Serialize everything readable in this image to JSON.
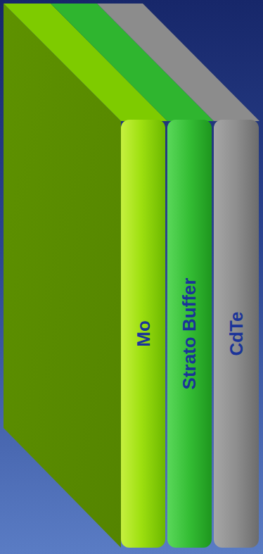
{
  "diagram": {
    "nodes": [
      {
        "text": [
          "Mo"
        ]
      },
      {
        "text": [
          "Strato Buffer"
        ]
      },
      {
        "text": [
          "CdTe"
        ]
      }
    ]
  }
}
